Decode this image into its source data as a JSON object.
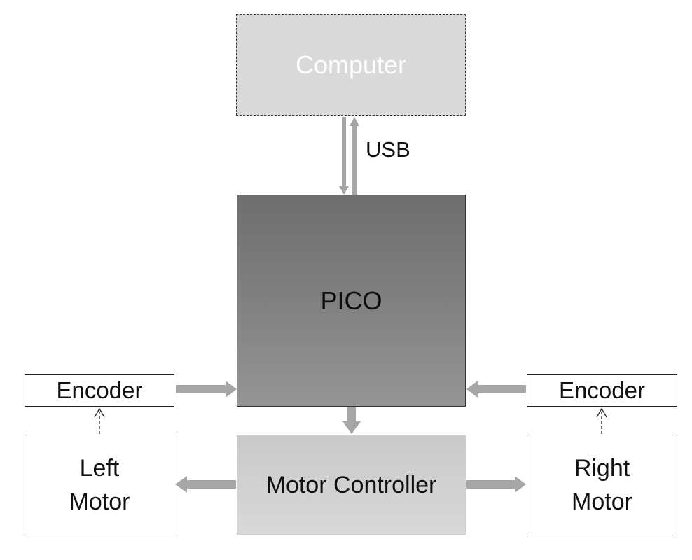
{
  "diagram": {
    "computer_label": "Computer",
    "usb_label": "USB",
    "pico_label": "PICO",
    "motor_controller_label": "Motor Controller",
    "left_encoder_label": "Encoder",
    "right_encoder_label": "Encoder",
    "left_motor_line1": "Left",
    "left_motor_line2": "Motor",
    "right_motor_line1": "Right",
    "right_motor_line2": "Motor",
    "colors": {
      "arrow": "#a6a6a6",
      "computer_fill": "#d9d9d9",
      "pico_fill": "#7f7f7f",
      "controller_fill": "#d0d0d0",
      "stroke": "#222222"
    }
  }
}
